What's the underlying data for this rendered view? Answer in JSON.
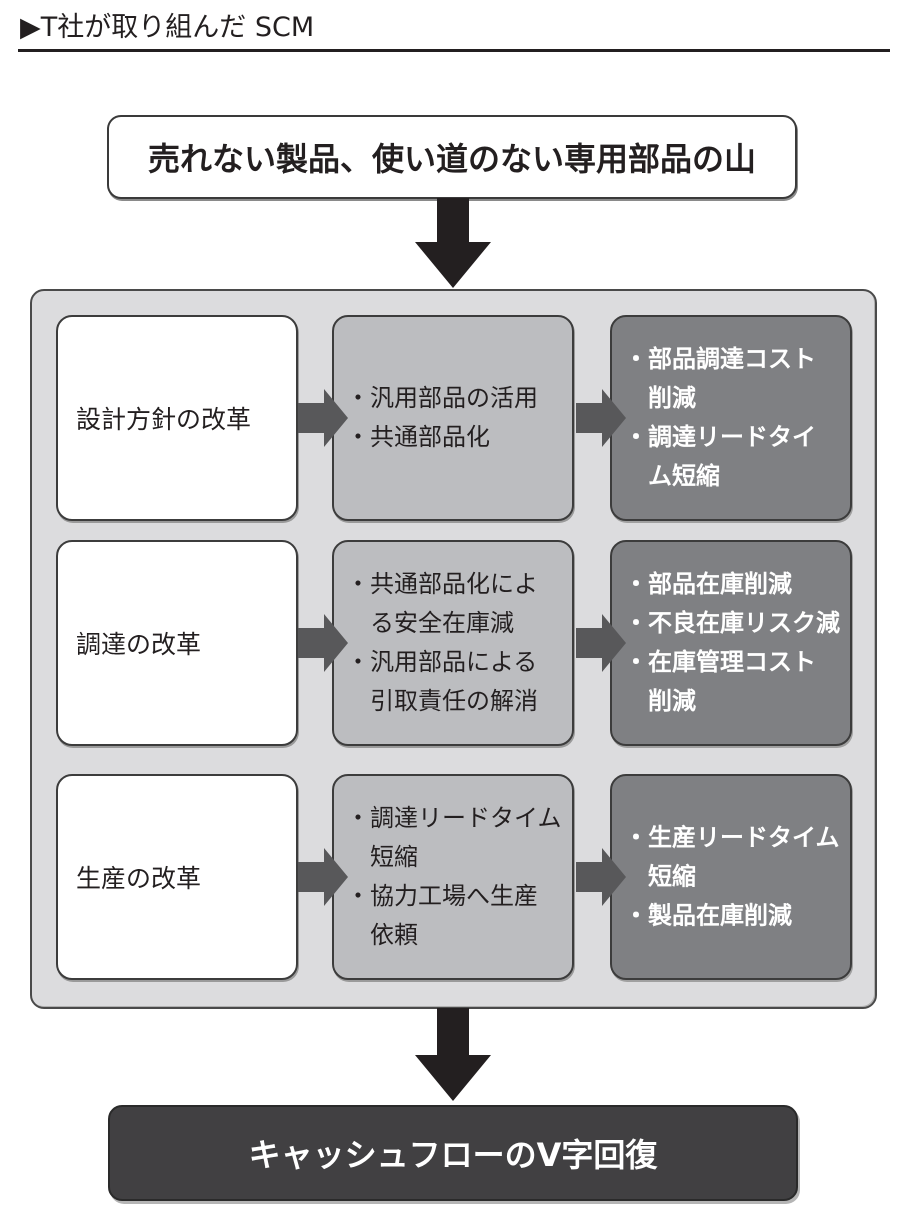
{
  "heading": {
    "marker_icon": "triangle-right",
    "title": "▶T社が取り組んだ SCM"
  },
  "top_box": {
    "text": "売れない製品、使い道のない専用部品の山"
  },
  "arrows": {
    "down_icon": "down-arrow",
    "right_icon": "right-arrow"
  },
  "rows": [
    {
      "label": "設計方針の改革",
      "actions": [
        [
          "汎用部品の活用"
        ],
        [
          "共通部品化"
        ]
      ],
      "results": [
        [
          "部品調達コスト",
          "削減"
        ],
        [
          "調達リードタイ",
          "ム短縮"
        ]
      ]
    },
    {
      "label": "調達の改革",
      "actions": [
        [
          "共通部品化によ",
          "る安全在庫減"
        ],
        [
          "汎用部品による",
          "引取責任の解消"
        ]
      ],
      "results": [
        [
          "部品在庫削減"
        ],
        [
          "不良在庫リスク減"
        ],
        [
          "在庫管理コスト",
          "削減"
        ]
      ]
    },
    {
      "label": "生産の改革",
      "actions": [
        [
          "調達リードタイム",
          "短縮"
        ],
        [
          "協力工場へ生産",
          "依頼"
        ]
      ],
      "results": [
        [
          "生産リードタイム",
          "短縮"
        ],
        [
          "製品在庫削減"
        ]
      ]
    }
  ],
  "bullet_char": "・",
  "bottom_box": {
    "text": "キャッシュフローのV字回復"
  },
  "colors": {
    "text_dark": "#231f20",
    "panel_bg": "#dcdcde",
    "mid_box": "#bcbdc0",
    "dark_box": "#7f8083",
    "arrow_gray": "#58585a",
    "arrow_black": "#231f20",
    "bottom_box": "#414042"
  }
}
